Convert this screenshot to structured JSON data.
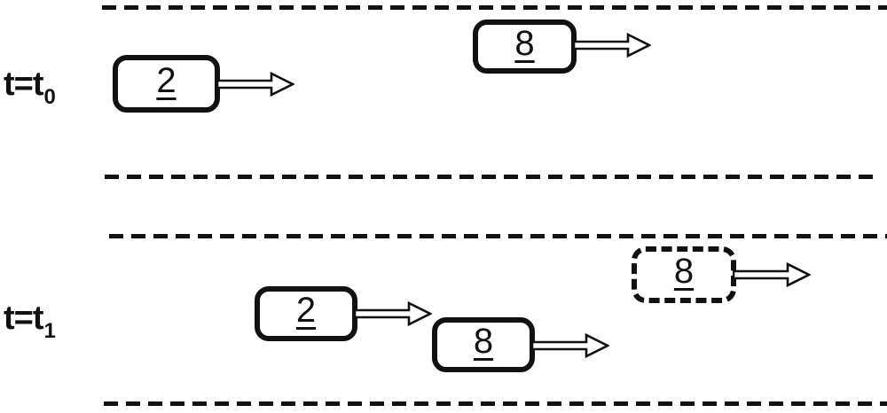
{
  "figure": {
    "colors": {
      "ink": "#111111",
      "paper": "#ffffff"
    },
    "time_labels": [
      {
        "prefix": "t=t",
        "subscript": "0"
      },
      {
        "prefix": "t=t",
        "subscript": "1"
      }
    ],
    "vehicles": [
      {
        "label": "2",
        "time": "t0",
        "style": "solid"
      },
      {
        "label": "8",
        "time": "t0",
        "style": "solid"
      },
      {
        "label": "2",
        "time": "t1",
        "style": "solid"
      },
      {
        "label": "8",
        "time": "t1",
        "style": "solid"
      },
      {
        "label": "8",
        "time": "t1",
        "style": "dashed"
      }
    ],
    "icons": {
      "arrow": "right-open-arrow"
    }
  }
}
